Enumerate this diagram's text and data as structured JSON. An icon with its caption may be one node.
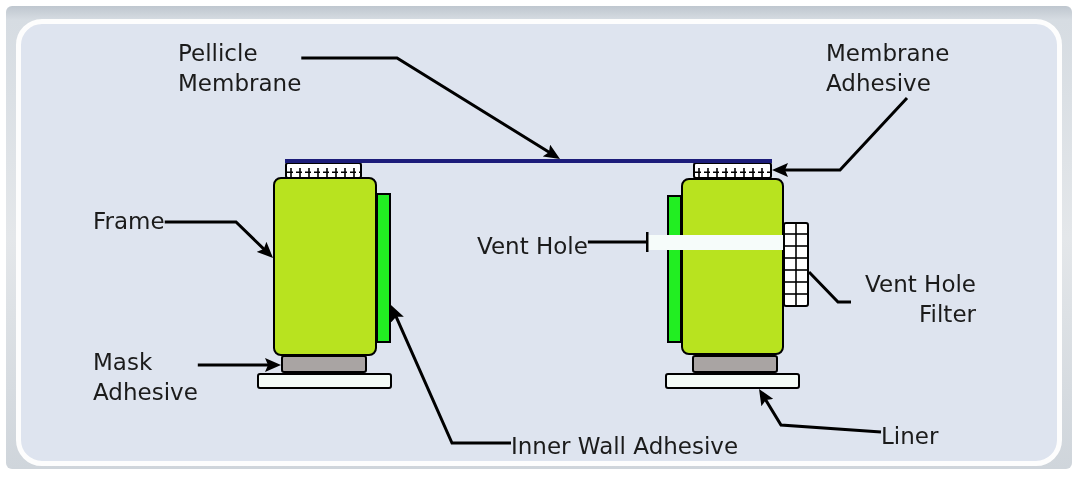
{
  "diagram": {
    "nodes": [
      {
        "text": [
          "Pellicle Membrane"
        ]
      },
      {
        "text": [
          "Membrane Adhesive"
        ]
      },
      {
        "text": [],
        "shape": "bar"
      },
      {
        "text": [],
        "shape": "box"
      },
      {
        "text": [],
        "shape": "box"
      },
      {
        "text": [
          "Frame"
        ]
      },
      {
        "text": [],
        "shape": "box"
      },
      {
        "text": [],
        "shape": "bar"
      },
      {
        "text": [
          "Vent Hole"
        ]
      },
      {
        "text": [],
        "shape": "bar"
      },
      {
        "text": [],
        "shape": "box"
      },
      {
        "text": [],
        "shape": "bar"
      },
      {
        "text": [],
        "shape": "box"
      },
      {
        "text": [
          "Vent Hole Filter"
        ]
      },
      {
        "text": [
          "Mask Adhesive"
        ]
      },
      {
        "text": [],
        "shape": "box"
      },
      {
        "text": [],
        "shape": "box"
      },
      {
        "text": [],
        "shape": "box"
      },
      {
        "text": [],
        "shape": "box"
      },
      {
        "text": [
          "Inner Wall Adhesive"
        ]
      },
      {
        "text": [
          "Liner"
        ]
      }
    ],
    "edges": [
      {
        "from": 0,
        "to": 2,
        "arrow": "to"
      },
      {
        "from": 1,
        "to": 4,
        "arrow": "to"
      },
      {
        "from": 5,
        "to": 6,
        "arrow": "to"
      },
      {
        "from": 8,
        "to": 11,
        "arrow": "other"
      },
      {
        "from": 13,
        "to": 12,
        "arrow": "none"
      },
      {
        "from": 14,
        "to": 15,
        "arrow": "to"
      },
      {
        "from": 19,
        "to": 7,
        "arrow": "to"
      },
      {
        "from": 20,
        "to": 18,
        "arrow": "to"
      }
    ]
  }
}
